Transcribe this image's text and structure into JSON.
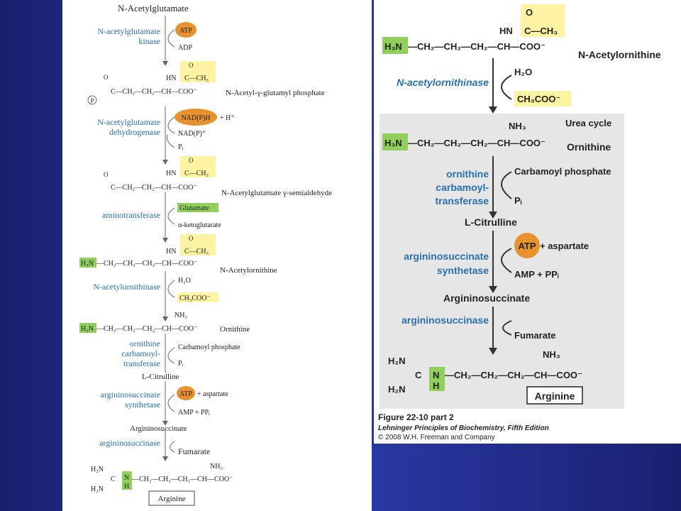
{
  "left": {
    "title": "N-Acetylglutamate",
    "enzyme1": [
      "N-acetylglutamate",
      "kinase"
    ],
    "atp": "ATP",
    "adp": "ADP",
    "cmp2_left": "P",
    "cmp2_chain": "C—CH₂—CH₂—CH—COO⁻",
    "cmp2_hn": "HN",
    "cmp2_acetyl": "C—CH₃",
    "o": "O",
    "cmp2_name": "N-Acetyl-γ-glutamyl phosphate",
    "enzyme2": [
      "N-acetylglutamate",
      "dehydrogenase"
    ],
    "nadph": "NAD(P)H",
    "hplus": "+ H⁺",
    "nadp": "NAD(P)⁺",
    "pi": "Pᵢ",
    "cmp3_chain": "C—CH₂—CH₂—CH—COO⁻",
    "cmp3_name": "N-Acetylglutamate γ-semialdehyde",
    "enzyme3": "aminotransferase",
    "glutamate": "Glutamate",
    "akg": "α-ketoglutarate",
    "h3n": "H₃N",
    "cmp4_chain": "—CH₂—CH₂—CH₂—CH—COO⁻",
    "cmp4_name": "N-Acetylornithine",
    "enzyme4": "N-acetylornithinase",
    "h2o": "H₂O",
    "acetate": "CH₃COO⁻",
    "nh3": "NH₃",
    "cmp5_chain": "—CH₂—CH₂—CH₂—CH—COO⁻",
    "cmp5_name": "Ornithine",
    "enzyme5": [
      "ornithine",
      "carbamoyl-",
      "transferase"
    ],
    "carbamoyl": "Carbamoyl phosphate",
    "citrulline": "L-Citrulline",
    "enzyme6": [
      "argininosuccinate",
      "synthetase"
    ],
    "aspartate": "+ aspartate",
    "amp": "AMP + PPᵢ",
    "argsucc": "Argininosuccinate",
    "enzyme7": "argininosuccinase",
    "fumarate": "Fumarate",
    "h2n": "H₂N",
    "c": "C",
    "nh": "N",
    "h": "H",
    "arg_chain": "—CH₂—CH₂—CH₂—CH—COO⁻",
    "arginine": "Arginine"
  },
  "right": {
    "hn": "HN",
    "acetyl": "C—CH₃",
    "o": "O",
    "h3n": "H₃N",
    "chain": "—CH₂—CH₂—CH₂—CH—COO⁻",
    "n_acetylornithine": "N-Acetylornithine",
    "enzyme1": "N-acetylornithinase",
    "h2o": "H₂O",
    "acetate": "CH₃COO⁻",
    "nh3": "NH₃",
    "urea_cycle": "Urea cycle",
    "ornithine": "Ornithine",
    "enzyme2": [
      "ornithine",
      "carbamoyl-",
      "transferase"
    ],
    "carbamoyl": "Carbamoyl phosphate",
    "pi": "Pᵢ",
    "citrulline": "L-Citrulline",
    "enzyme3": [
      "argininosuccinate",
      "synthetase"
    ],
    "atp": "ATP",
    "aspartate": "+ aspartate",
    "amp": "AMP + PPᵢ",
    "argsucc": "Argininosuccinate",
    "enzyme4": "argininosuccinase",
    "fumarate": "Fumarate",
    "h2n": "H₂N",
    "c": "C",
    "n": "N",
    "h": "H",
    "arg_chain": "—CH₂—CH₂—CH₂—CH—COO⁻",
    "arginine": "Arginine",
    "caption_fig": "Figure 22-10 part 2",
    "caption_book": "Lehninger Principles of Biochemistry, Fifth Edition",
    "caption_copy": "© 2008 W.H. Freeman and Company"
  },
  "colors": {
    "blue": "#2a6fae",
    "yellow": "#fdf3a3",
    "green": "#8fcf5a",
    "orange": "#e8922e",
    "gray": "#e8e8e8"
  }
}
